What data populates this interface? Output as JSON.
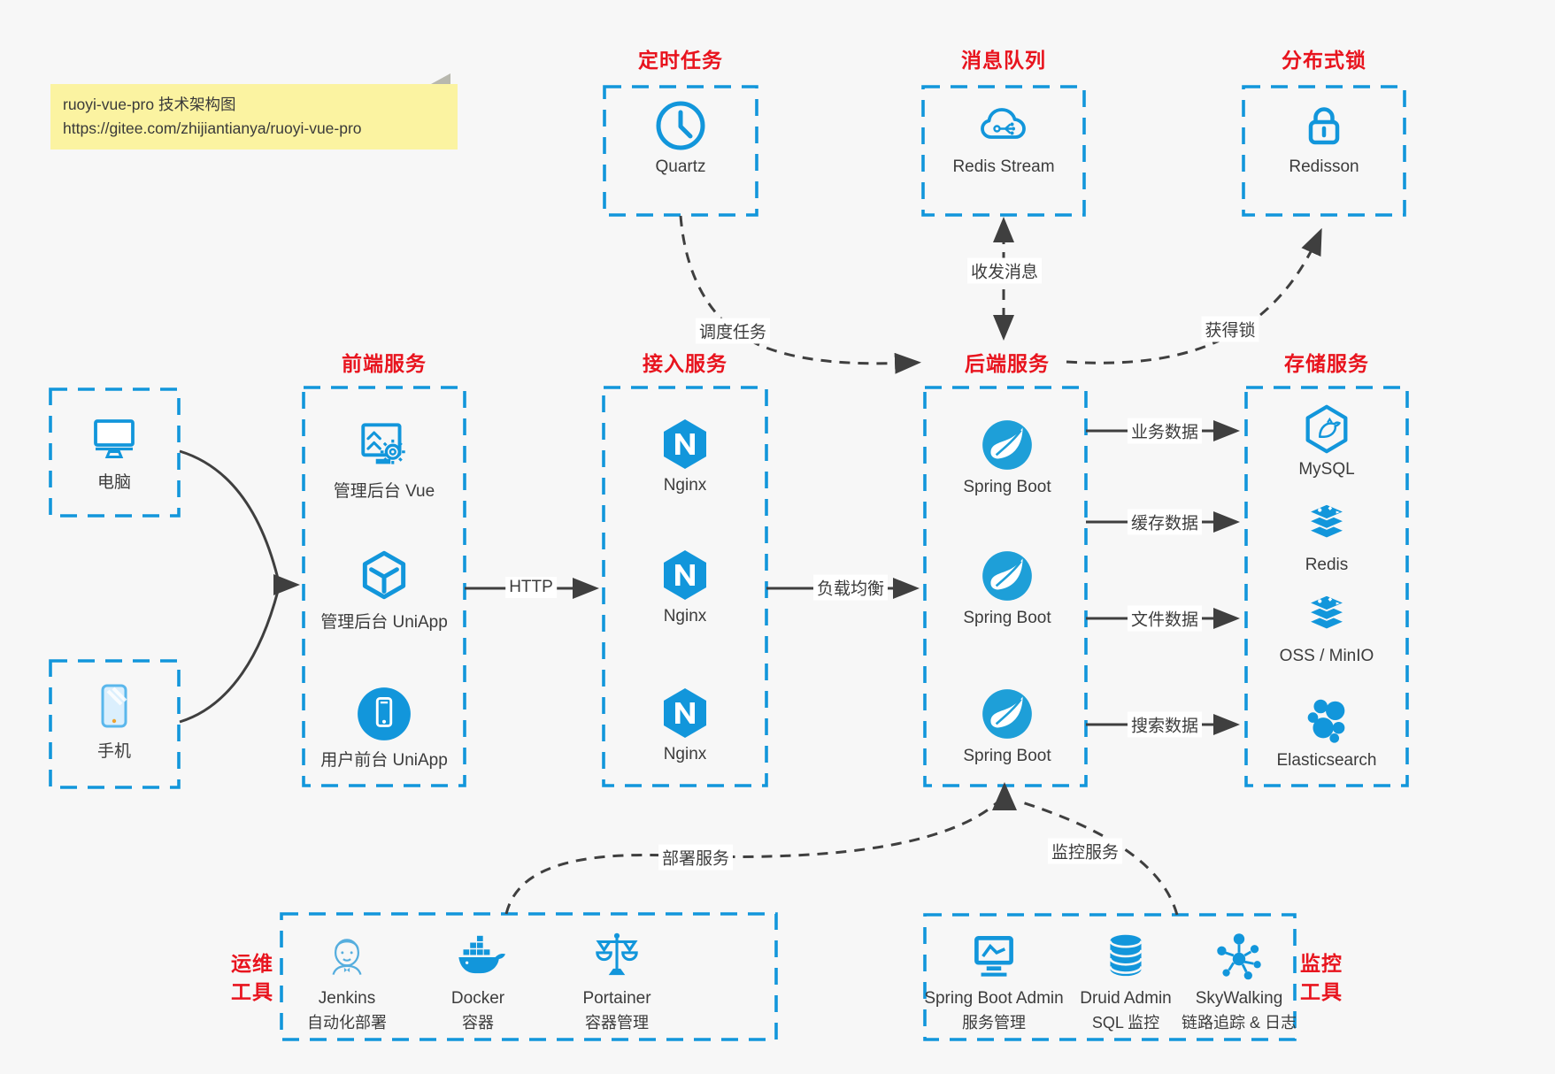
{
  "note": {
    "line1": "ruoyi-vue-pro 技术架构图",
    "line2": "https://gitee.com/zhijiantianya/ruoyi-vue-pro"
  },
  "groups": {
    "scheduler": {
      "title": "定时任务",
      "item": "Quartz"
    },
    "mq": {
      "title": "消息队列",
      "item": "Redis Stream"
    },
    "lock": {
      "title": "分布式锁",
      "item": "Redisson"
    },
    "clients": {
      "pc": "电脑",
      "phone": "手机"
    },
    "frontend": {
      "title": "前端服务",
      "items": [
        "管理后台 Vue",
        "管理后台 UniApp",
        "用户前台 UniApp"
      ]
    },
    "gateway": {
      "title": "接入服务",
      "items": [
        "Nginx",
        "Nginx",
        "Nginx"
      ]
    },
    "backend": {
      "title": "后端服务",
      "items": [
        "Spring Boot",
        "Spring Boot",
        "Spring Boot"
      ]
    },
    "storage": {
      "title": "存储服务",
      "items": [
        "MySQL",
        "Redis",
        "OSS / MinIO",
        "Elasticsearch"
      ]
    },
    "ops": {
      "title_lines": [
        "运维",
        "工具"
      ],
      "items": [
        {
          "name": "Jenkins",
          "desc": "自动化部署"
        },
        {
          "name": "Docker",
          "desc": "容器"
        },
        {
          "name": "Portainer",
          "desc": "容器管理"
        }
      ]
    },
    "monitor": {
      "title_lines": [
        "监控",
        "工具"
      ],
      "items": [
        {
          "name": "Spring Boot Admin",
          "desc": "服务管理"
        },
        {
          "name": "Druid Admin",
          "desc": "SQL 监控"
        },
        {
          "name": "SkyWalking",
          "desc": "链路追踪 & 日志"
        }
      ]
    }
  },
  "edges": {
    "http": "HTTP",
    "load_balance": "负载均衡",
    "business_data": "业务数据",
    "cache_data": "缓存数据",
    "file_data": "文件数据",
    "search_data": "搜索数据",
    "schedule_task": "调度任务",
    "send_receive_message": "收发消息",
    "acquire_lock": "获得锁",
    "deploy_service": "部署服务",
    "monitor_service": "监控服务"
  },
  "colors": {
    "accent_blue": "#1296db",
    "title_red": "#e8141e",
    "arrow_gray": "#3f3f3f",
    "note_yellow": "#fbf3a1",
    "background": "#f7f7f7"
  },
  "icons": [
    "clock-icon",
    "cloud-stream-icon",
    "lock-icon",
    "monitor-icon",
    "smartphone-icon",
    "admin-screen-gear-icon",
    "uniapp-cube-icon",
    "app-circle-phone-icon",
    "nginx-icon",
    "spring-leaf-icon",
    "mysql-dolphin-icon",
    "redis-stack-icon",
    "elasticsearch-cluster-icon",
    "jenkins-butler-icon",
    "docker-whale-icon",
    "portainer-scales-icon",
    "springbootadmin-monitor-icon",
    "druid-database-icon",
    "skywalking-network-icon"
  ]
}
